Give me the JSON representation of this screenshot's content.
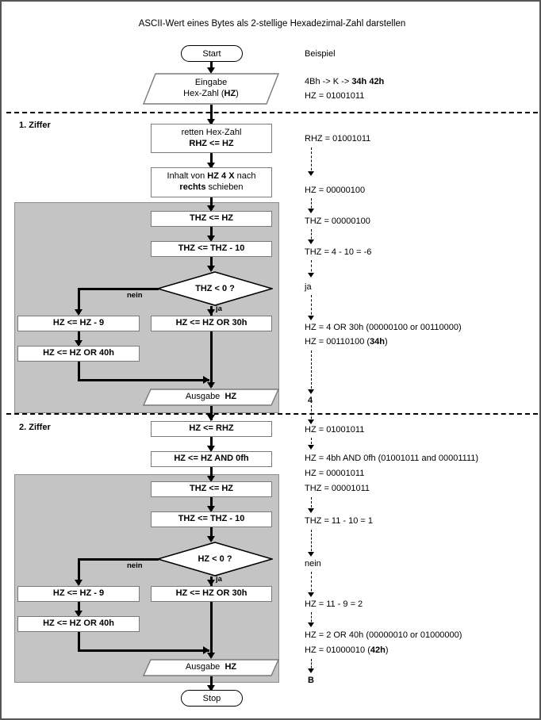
{
  "title": "ASCII-Wert eines Bytes als 2-stellige Hexadezimal-Zahl darstellen",
  "columns": {
    "example_heading": "Beispiel"
  },
  "sections": {
    "first_digit": "1. Ziffer",
    "second_digit": "2. Ziffer"
  },
  "nodes": {
    "start": "Start",
    "stop": "Stop",
    "input_line1": "Eingabe",
    "input_line2_a": "Hex-Zahl (",
    "input_line2_b": "HZ",
    "input_line2_c": ")",
    "save_line1": "retten Hex-Zahl",
    "save_line2": "RHZ <= HZ",
    "shift_a": "Inhalt von ",
    "shift_b": "HZ 4 X",
    "shift_c": " nach",
    "shift_d": "rechts",
    "shift_e": " schieben",
    "thz_assign": "THZ <= HZ",
    "thz_minus10": "THZ <= THZ - 10",
    "decision1": "THZ < 0 ?",
    "decision2": "HZ < 0 ?",
    "hz_minus9": "HZ <= HZ - 9",
    "hz_or40": "HZ <= HZ OR 40h",
    "hz_or30": "HZ <= HZ OR 30h",
    "output_a": "Ausgabe",
    "output_b": "HZ",
    "hz_from_rhz": "HZ <= RHZ",
    "hz_and0f": "HZ <= HZ AND 0fh"
  },
  "edge_labels": {
    "nein": "nein",
    "ja": "ja"
  },
  "example": {
    "header": "Beispiel",
    "line_conv_a": "4Bh  -> K   -> ",
    "line_conv_b": "34h 42h",
    "line_hz_init": "HZ = 01001011",
    "d1_rhz": "RHZ = 01001011",
    "d1_hz_shift": "HZ = 00000100",
    "d1_thz": "THZ = 00000100",
    "d1_thz_sub": "THZ = 4 - 10 = -6",
    "d1_branch": "ja",
    "d1_or_calc": "HZ = 4 OR 30h (00000100 or 00110000)",
    "d1_result_a": "HZ =  00110100  (",
    "d1_result_b": "34h",
    "d1_result_c": ")",
    "d1_char": "4",
    "d2_hz": "HZ = 01001011",
    "d2_and_calc": "HZ = 4bh AND 0fh (01001011 and 00001111)",
    "d2_hz_after": "HZ = 00001011",
    "d2_thz": "THZ = 00001011",
    "d2_thz_sub": "THZ = 11 - 10 = 1",
    "d2_branch": "nein",
    "d2_sub9": "HZ = 11 - 9 = 2",
    "d2_or_calc": "HZ = 2 OR 40h (00000010 or 01000000)",
    "d2_result_a": "HZ =  01000010  (",
    "d2_result_b": "42h",
    "d2_result_c": ")",
    "d2_char": "B"
  },
  "colors": {
    "band_fill": "#c4c4c4",
    "band_stroke": "#8d8d8d",
    "node_stroke": "#7a7a7a",
    "line": "#000000",
    "page_border": "#555555"
  }
}
